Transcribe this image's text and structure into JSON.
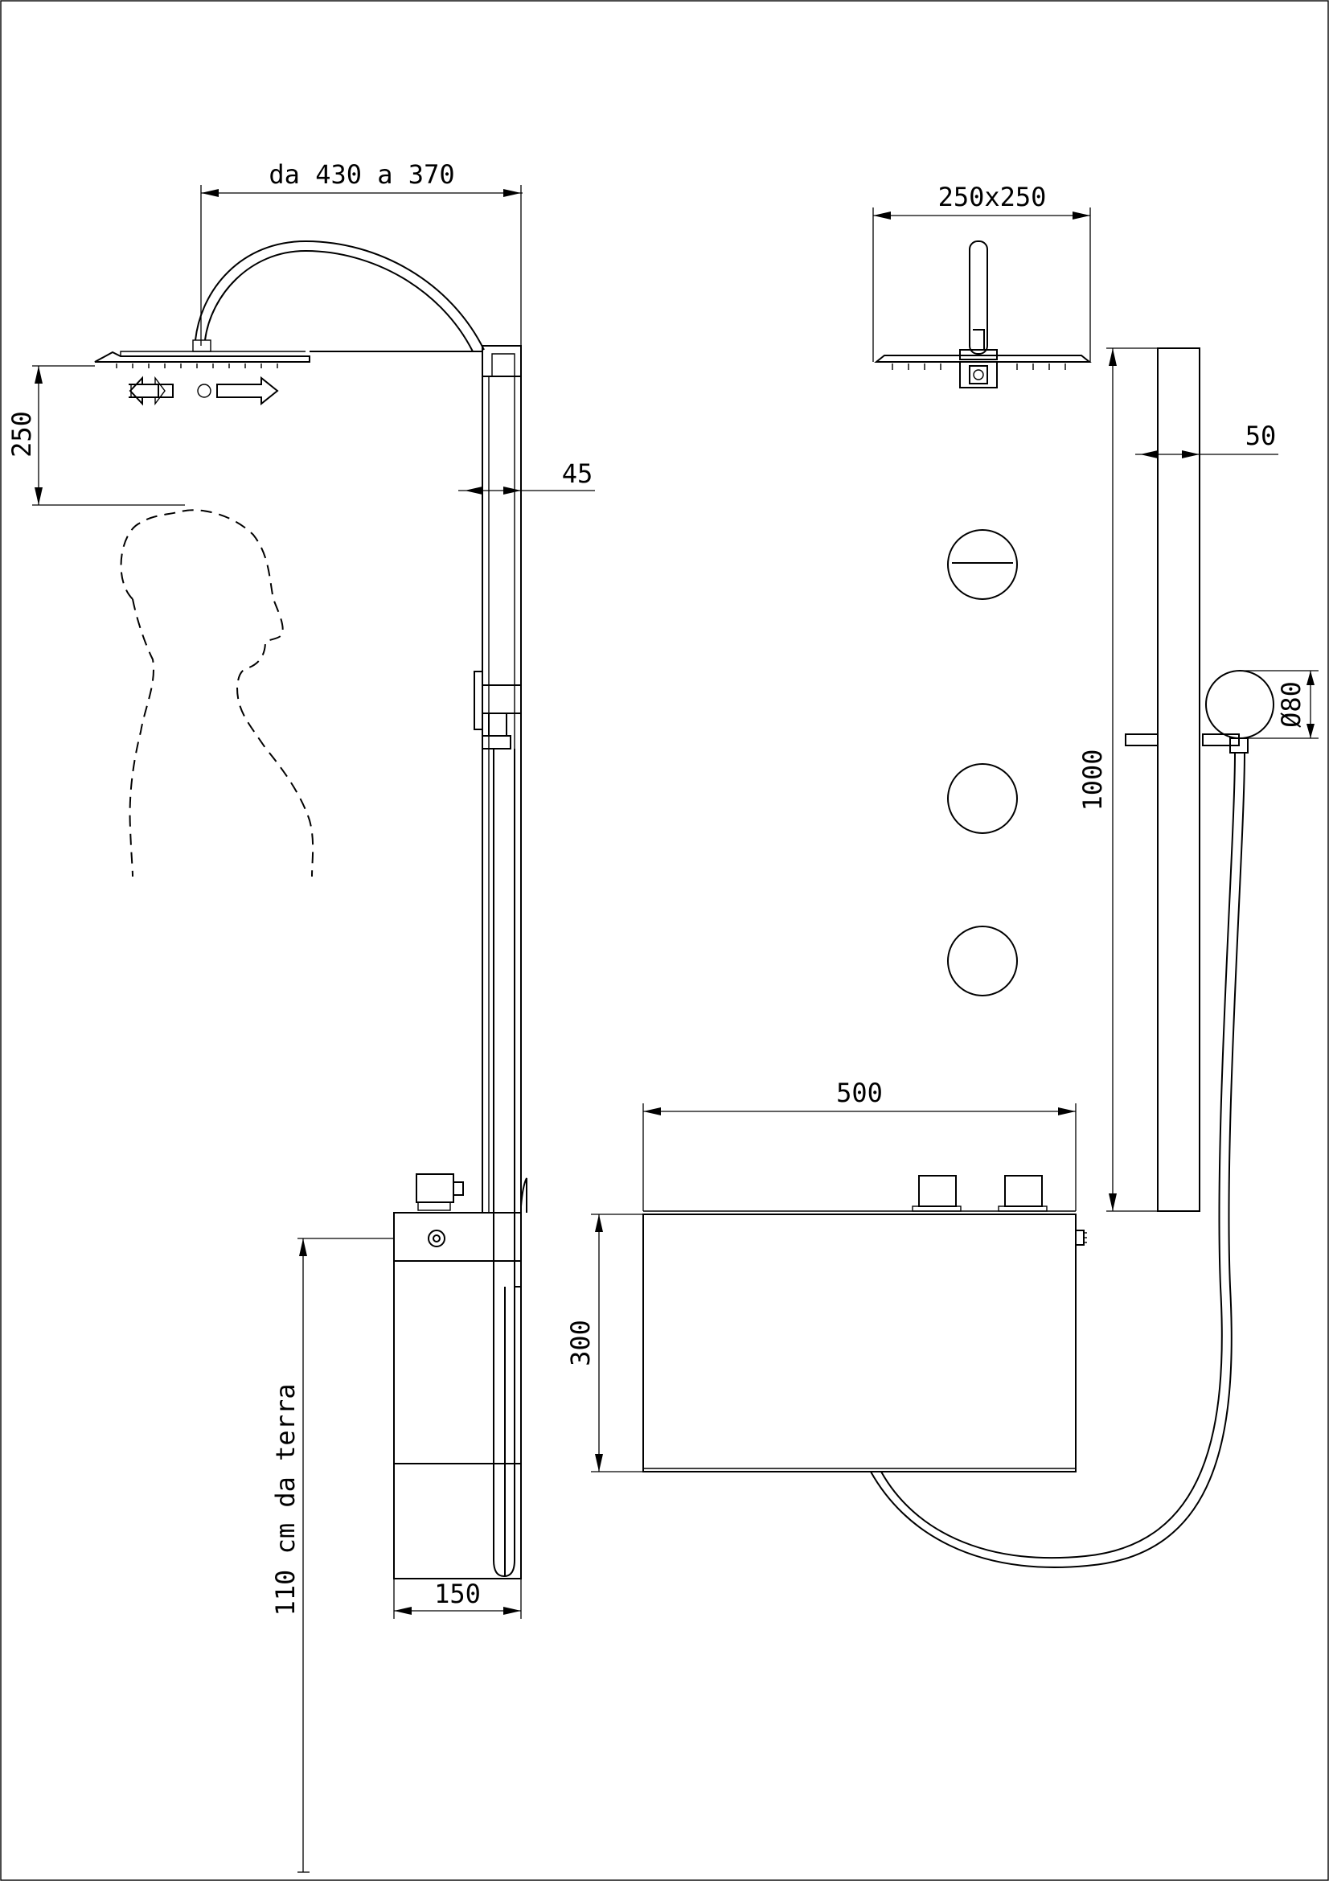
{
  "dimensions": {
    "arm_reach": "da 430 a 370",
    "head_clearance": "250",
    "bar_depth": "45",
    "box_depth": "150",
    "mount_height": "110 cm da terra",
    "head_size": "250x250",
    "bar_width": "50",
    "bar_length": "1000",
    "hand_shower_diameter": "Ø80",
    "box_width": "500",
    "box_height": "300"
  }
}
